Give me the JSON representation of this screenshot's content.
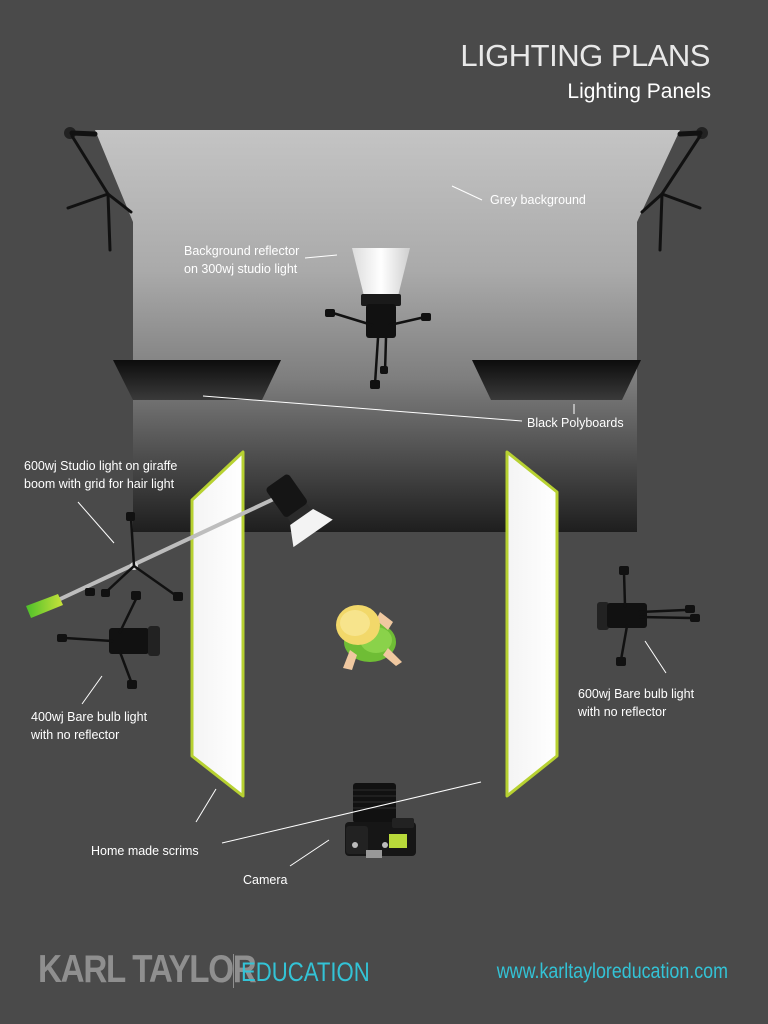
{
  "header": {
    "title": "LIGHTING PLANS",
    "subtitle": "Lighting Panels"
  },
  "labels": {
    "grey_background": "Grey background",
    "background_reflector_l1": "Background reflector",
    "background_reflector_l2": "on 300wj studio light",
    "black_polyboards": "Black Polyboards",
    "hair_light_l1": "600wj Studio light on giraffe",
    "hair_light_l2": "boom with grid for hair light",
    "left_bulb_l1": "400wj Bare bulb light",
    "left_bulb_l2": "with no reflector",
    "right_bulb_l1": "600wj Bare bulb light",
    "right_bulb_l2": "with no reflector",
    "scrims": "Home made scrims",
    "camera": "Camera"
  },
  "footer": {
    "brand": "KARL TAYLOR",
    "education": "EDUCATION",
    "url": "www.karltayloreducation.com"
  },
  "colors": {
    "page_bg": "#4a4a4a",
    "scrim_outline": "#b7d131",
    "accent_cyan": "#33c3d6",
    "subject_green": "#7cc43a",
    "subject_hair": "#f2d86a"
  }
}
